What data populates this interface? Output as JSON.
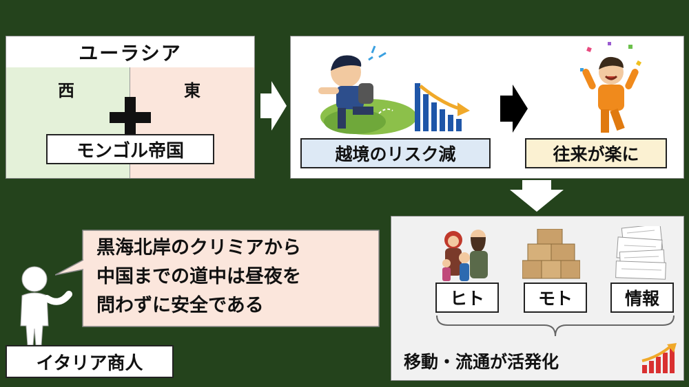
{
  "eurasia": {
    "title": "ユーラシア",
    "west": "西",
    "east": "東",
    "mongol": "モンゴル帝国"
  },
  "middle": {
    "risk": "越境のリスク減",
    "easy": "往来が楽に"
  },
  "bottom": {
    "people": "ヒト",
    "goods": "モト",
    "info": "情報",
    "result": "移動・流通が活発化"
  },
  "speech": {
    "line1": "黒海北岸のクリミアから",
    "line2": "中国までの道中は昼夜を",
    "line3": "問わずに安全である"
  },
  "merchant": "イタリア商人",
  "colors": {
    "background": "#24431c",
    "west_fill": "#e4f1d9",
    "east_fill": "#fbe6dc",
    "risk_fill": "#dde9f5",
    "easy_fill": "#fbf1d2"
  }
}
